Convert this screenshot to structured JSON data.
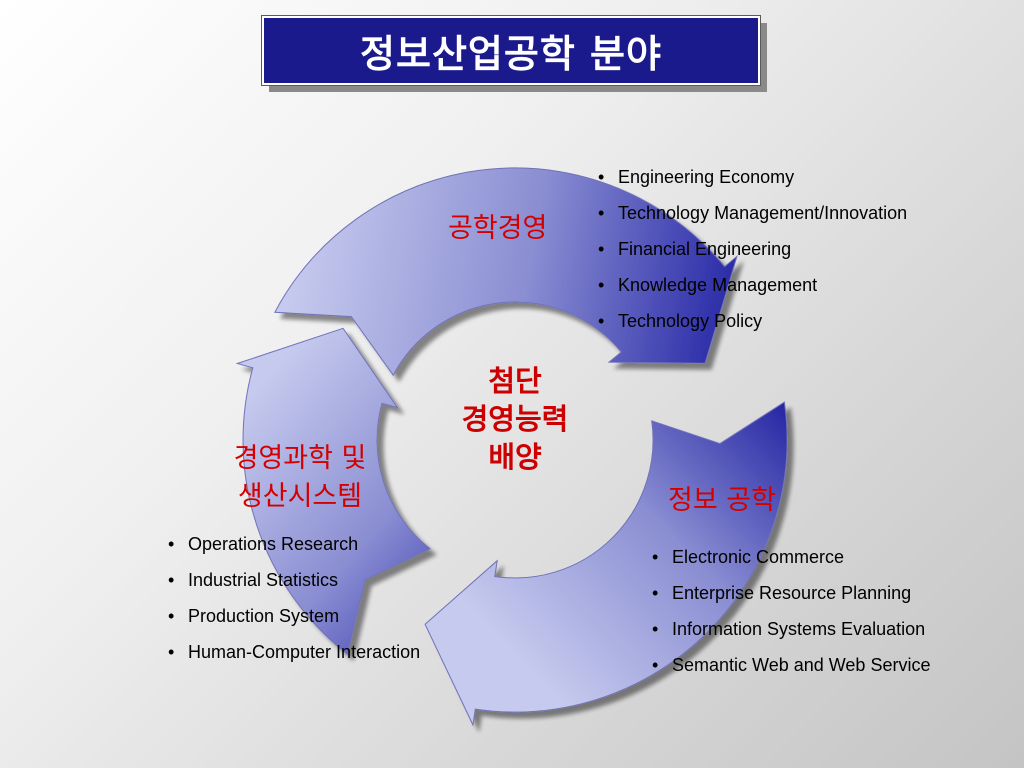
{
  "title": "정보산업공학 분야",
  "center": {
    "line1": "첨단",
    "line2": "경영능력",
    "line3": "배양"
  },
  "segments": [
    {
      "label": "공학경영",
      "items": [
        "Engineering Economy",
        "Technology Management/Innovation",
        "Financial Engineering",
        "Knowledge Management",
        "Technology Policy"
      ]
    },
    {
      "label": "정보 공학",
      "items": [
        "Electronic Commerce",
        "Enterprise Resource Planning",
        "Information Systems Evaluation",
        "Semantic Web and Web Service"
      ]
    },
    {
      "label_line1": "경영과학 및",
      "label_line2": "생산시스템",
      "items": [
        "Operations Research",
        "Industrial Statistics",
        "Production System",
        "Human-Computer Interaction"
      ]
    }
  ],
  "colors": {
    "title_bg": "#1a1a8c",
    "arrow_light": "#c2c6ec",
    "arrow_dark": "#1b1ba0",
    "label_red": "#d40000"
  }
}
